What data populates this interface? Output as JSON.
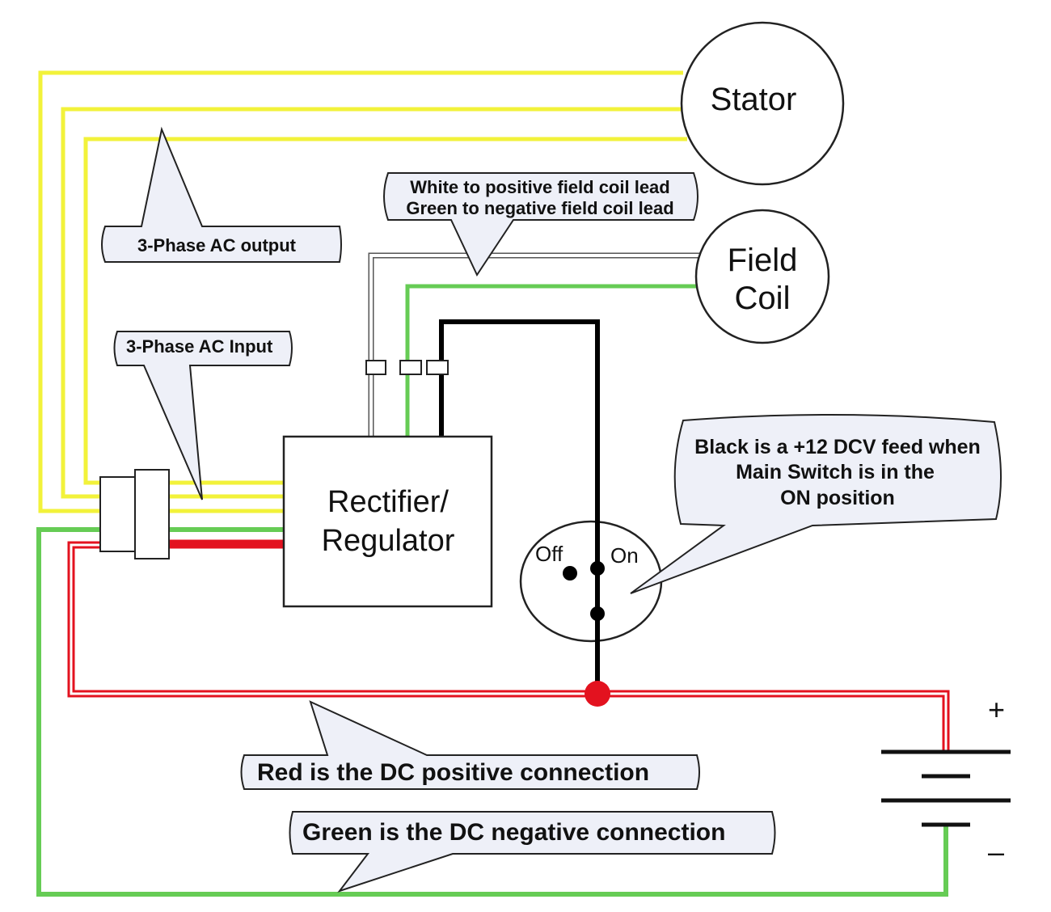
{
  "components": {
    "stator": "Stator",
    "field_coil": [
      "Field",
      "Coil"
    ],
    "regulator": [
      "Rectifier/",
      "Regulator"
    ],
    "switch_off": "Off",
    "switch_on": "On",
    "battery_plus": "+",
    "battery_minus": "–"
  },
  "callouts": {
    "ac_output": "3-Phase AC output",
    "ac_input": "3-Phase AC Input",
    "field_leads": [
      "White to positive field coil lead",
      "Green to negative field coil lead"
    ],
    "black_feed": [
      "Black is a +12 DCV feed when",
      "Main Switch is in the",
      "ON position"
    ],
    "red_positive": "Red is the DC positive connection",
    "green_negative": "Green is the DC negative connection"
  },
  "wire_colors": {
    "yellow": "#f2f23a",
    "green": "#66cc55",
    "red": "#e3121f",
    "black": "#000000",
    "white": "#ffffff"
  }
}
